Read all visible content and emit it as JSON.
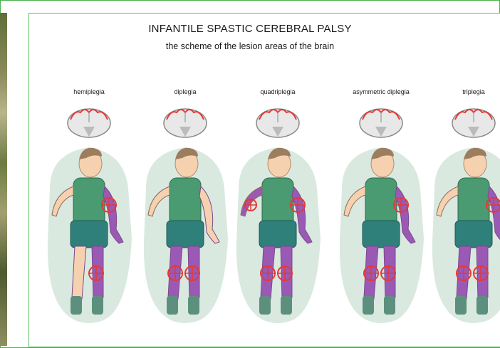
{
  "title": "INFANTILE SPASTIC CEREBRAL PALSY",
  "subtitle": "the scheme of the lesion areas of the brain",
  "types": [
    {
      "label": "hemiplegia",
      "affected_left_arm": false,
      "affected_right_arm": true,
      "affected_left_leg": false,
      "affected_right_leg": true,
      "brain": "left-hemisphere-cortex"
    },
    {
      "label": "diplegia",
      "affected_left_arm": false,
      "affected_right_arm": false,
      "affected_left_leg": true,
      "affected_right_leg": true,
      "brain": "medial-cortex"
    },
    {
      "label": "quadriplegia",
      "affected_left_arm": true,
      "affected_right_arm": true,
      "affected_left_leg": true,
      "affected_right_leg": true,
      "brain": "whole-cortex"
    },
    {
      "label": "asymmetric diplegia",
      "affected_left_arm": false,
      "affected_right_arm": true,
      "affected_left_leg": true,
      "affected_right_leg": true,
      "brain": "cortex-asymmetric"
    },
    {
      "label": "triplegia",
      "affected_left_arm": false,
      "affected_right_arm": true,
      "affected_left_leg": true,
      "affected_right_leg": true,
      "brain": "cortex-partial"
    }
  ],
  "colors": {
    "accent_border": "#5cbf60",
    "lesion_red": "#e53935",
    "affected_limb": "#9b59b6",
    "halo": "#cfe3d8"
  }
}
